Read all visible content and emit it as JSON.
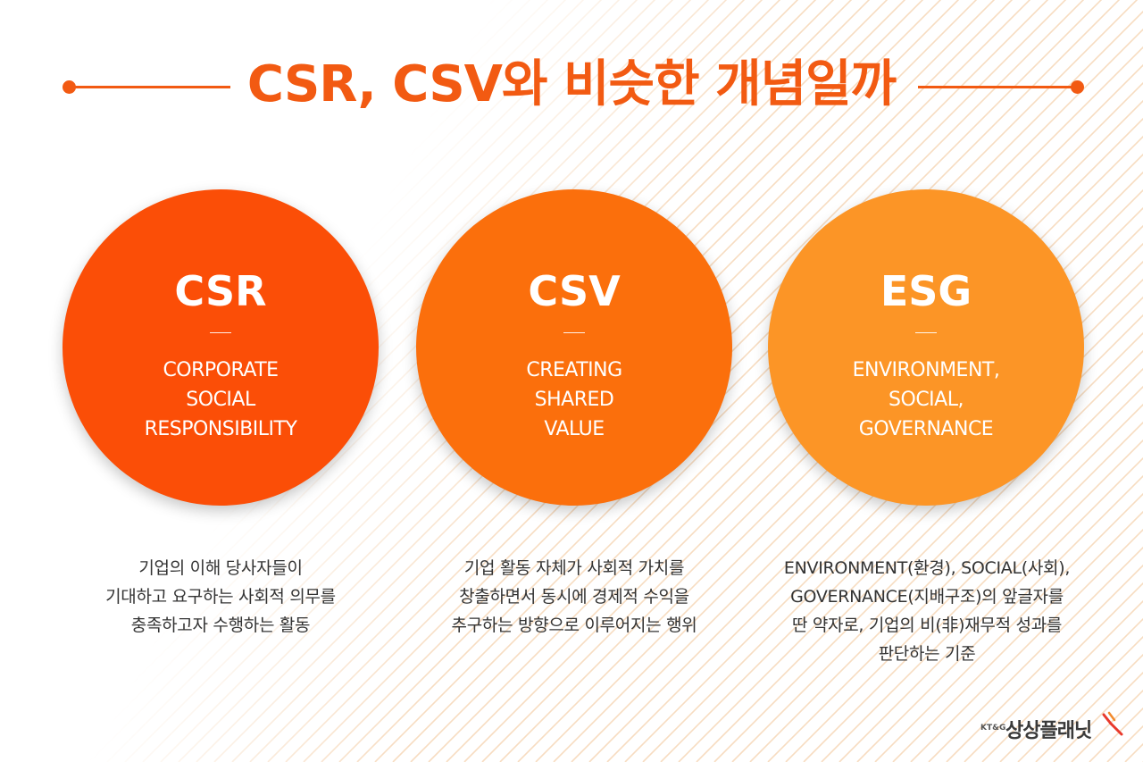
{
  "title": "CSR, CSV와 비슷한 개념일까",
  "concepts": [
    {
      "code": "CSR",
      "full_name": "CORPORATE\nSOCIAL\nRESPONSIBILITY",
      "description": "기업의 이해 당사자들이\n기대하고 요구하는 사회적 의무를\n충족하고자 수행하는 활동",
      "color": "#fb4e07"
    },
    {
      "code": "CSV",
      "full_name": "CREATING\nSHARED\nVALUE",
      "description": "기업 활동 자체가 사회적 가치를\n창출하면서 동시에 경제적 수익을\n추구하는 방향으로 이루어지는 행위",
      "color": "#fb6f0c"
    },
    {
      "code": "ESG",
      "full_name": "ENVIRONMENT,\nSOCIAL,\nGOVERNANCE",
      "description": "ENVIRONMENT(환경), SOCIAL(사회),\nGOVERNANCE(지배구조)의 앞글자를\n딴 약자로, 기업의 비(非)재무적 성과를\n판단하는 기준",
      "color": "#fc9526"
    }
  ],
  "logo": {
    "prefix": "KT&G",
    "name": "상상플래닛"
  },
  "colors": {
    "accent": "#f25a12",
    "stripe": "#f7dcc1"
  }
}
